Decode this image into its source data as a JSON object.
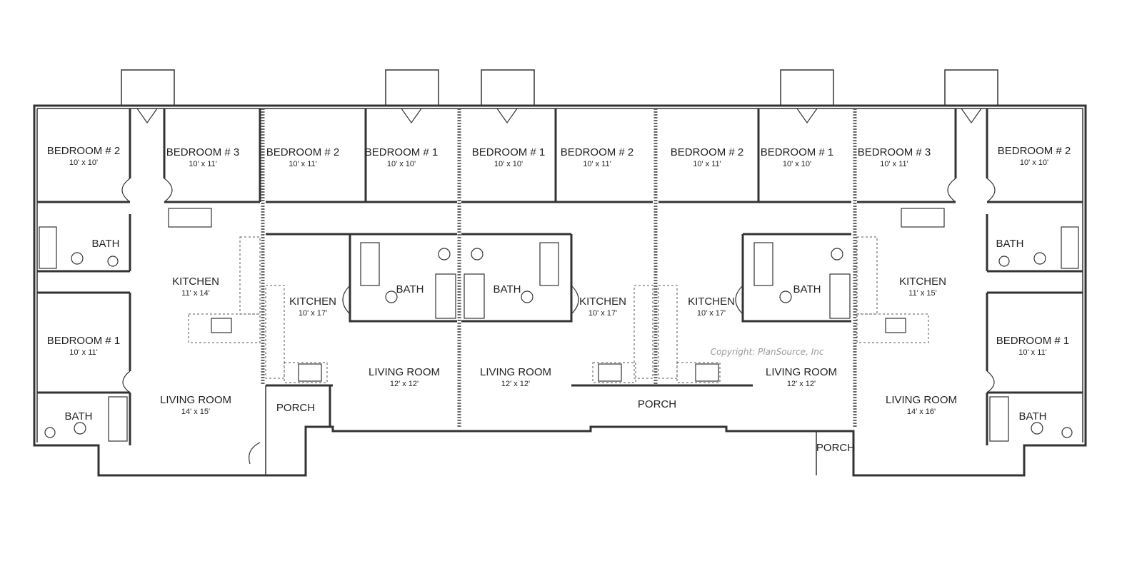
{
  "copyright": "Copyright: PlanSource, Inc",
  "rooms": [
    {
      "id": "u1-bedroom-2",
      "name": "BEDROOM # 2",
      "dim": "10' x 10'"
    },
    {
      "id": "u1-bedroom-3",
      "name": "BEDROOM # 3",
      "dim": "10' x 11'"
    },
    {
      "id": "u1-bath-1",
      "name": "BATH",
      "dim": ""
    },
    {
      "id": "u1-kitchen",
      "name": "KITCHEN",
      "dim": "11' x 14'"
    },
    {
      "id": "u1-bedroom-1",
      "name": "BEDROOM # 1",
      "dim": "10' x 11'"
    },
    {
      "id": "u1-bath-2",
      "name": "BATH",
      "dim": ""
    },
    {
      "id": "u1-living",
      "name": "LIVING ROOM",
      "dim": "14' x 15'"
    },
    {
      "id": "u2-bedroom-2",
      "name": "BEDROOM # 2",
      "dim": "10' x 11'"
    },
    {
      "id": "u2-bedroom-1",
      "name": "BEDROOM # 1",
      "dim": "10' x 10'"
    },
    {
      "id": "u2-kitchen",
      "name": "KITCHEN",
      "dim": "10' x 17'"
    },
    {
      "id": "u2-bath",
      "name": "BATH",
      "dim": ""
    },
    {
      "id": "u2-living",
      "name": "LIVING ROOM",
      "dim": "12' x 12'"
    },
    {
      "id": "porch-1",
      "name": "PORCH",
      "dim": ""
    },
    {
      "id": "u3-bedroom-1",
      "name": "BEDROOM # 1",
      "dim": "10' x 10'"
    },
    {
      "id": "u3-bedroom-2",
      "name": "BEDROOM # 2",
      "dim": "10' x 11'"
    },
    {
      "id": "u3-bath",
      "name": "BATH",
      "dim": ""
    },
    {
      "id": "u3-kitchen",
      "name": "KITCHEN",
      "dim": "10' x 17'"
    },
    {
      "id": "u3-living",
      "name": "LIVING ROOM",
      "dim": "12' x 12'"
    },
    {
      "id": "porch-2",
      "name": "PORCH",
      "dim": ""
    },
    {
      "id": "u4-bedroom-2",
      "name": "BEDROOM # 2",
      "dim": "10' x 11'"
    },
    {
      "id": "u4-bedroom-1",
      "name": "BEDROOM # 1",
      "dim": "10' x 10'"
    },
    {
      "id": "u4-kitchen",
      "name": "KITCHEN",
      "dim": "10' x 17'"
    },
    {
      "id": "u4-bath",
      "name": "BATH",
      "dim": ""
    },
    {
      "id": "u4-living",
      "name": "LIVING ROOM",
      "dim": "12' x 12'"
    },
    {
      "id": "porch-3",
      "name": "PORCH",
      "dim": ""
    },
    {
      "id": "u5-bedroom-3",
      "name": "BEDROOM # 3",
      "dim": "10' x 11'"
    },
    {
      "id": "u5-bedroom-2",
      "name": "BEDROOM # 2",
      "dim": "10' x 10'"
    },
    {
      "id": "u5-kitchen",
      "name": "KITCHEN",
      "dim": "11' x 15'"
    },
    {
      "id": "u5-bath-1",
      "name": "BATH",
      "dim": ""
    },
    {
      "id": "u5-bedroom-1",
      "name": "BEDROOM # 1",
      "dim": "10' x 11'"
    },
    {
      "id": "u5-living",
      "name": "LIVING ROOM",
      "dim": "14' x 16'"
    },
    {
      "id": "u5-bath-2",
      "name": "BATH",
      "dim": ""
    }
  ]
}
